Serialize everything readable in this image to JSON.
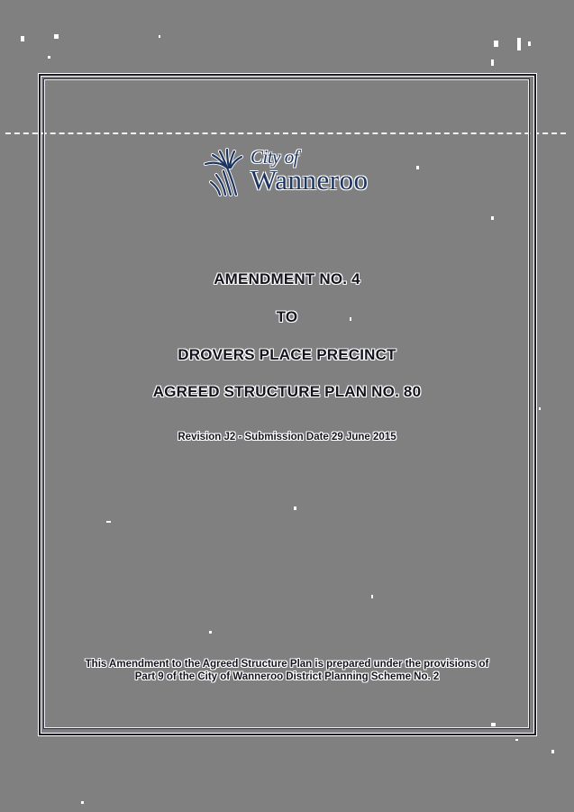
{
  "document": {
    "logo": {
      "icon": "kangaroo-paw-flower-icon",
      "line1": "City of",
      "line2": "Wanneroo",
      "color": "#1d3560"
    },
    "title_lines": [
      "AMENDMENT NO. 4",
      "TO",
      "DROVERS PLACE PRECINCT",
      "AGREED STRUCTURE PLAN NO. 80"
    ],
    "revision": "Revision J2 - Submission Date 29 June 2015",
    "footer_lines": [
      "This Amendment to the Agreed Structure Plan is prepared under the provisions of",
      "Part 9 of the City of Wanneroo District Planning Scheme No. 2"
    ]
  },
  "colors": {
    "background": "#808080",
    "text": "#14141e",
    "halo": "#ffffff"
  }
}
